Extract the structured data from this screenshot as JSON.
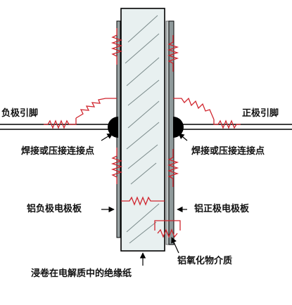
{
  "diagram": {
    "labels": {
      "negative_lead": "负极引脚",
      "positive_lead": "正极引脚",
      "weld_left": "焊接或压接连接点",
      "weld_right": "焊接或压接连接点",
      "negative_plate": "铝负极电极板",
      "positive_plate": "铝正极电极板",
      "oxide_dielectric": "铝氧化物介质",
      "paper": "浸卷在电解质中的绝缘纸"
    },
    "colors": {
      "line": "#000000",
      "resistor": "#d0252e",
      "paper_fill": "#e8f0f0",
      "plate_gray": "#9aa5a6",
      "joint": "#000000"
    }
  }
}
